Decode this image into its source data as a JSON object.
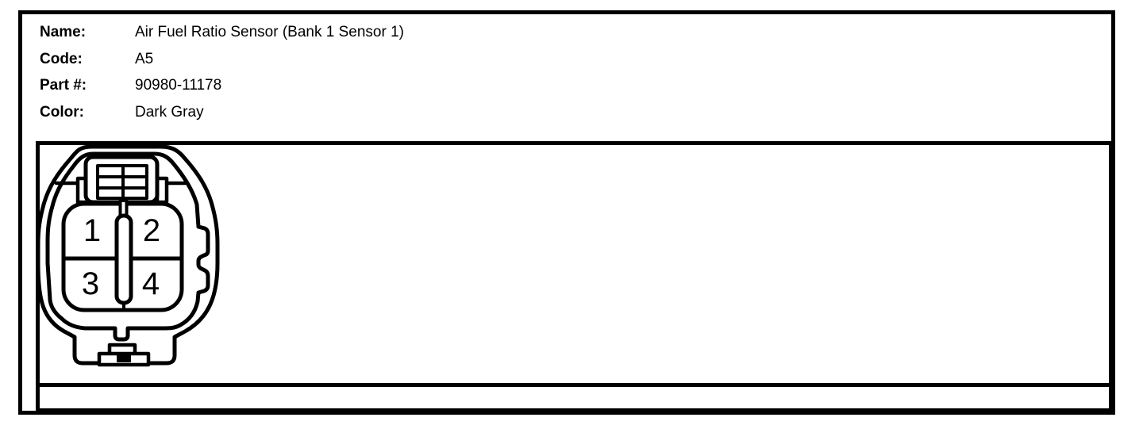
{
  "info": {
    "rows": [
      {
        "label": "Name:",
        "value": "Air Fuel Ratio Sensor (Bank 1 Sensor 1)"
      },
      {
        "label": "Code:",
        "value": "A5"
      },
      {
        "label": "Part #:",
        "value": "90980-11178"
      },
      {
        "label": "Color:",
        "value": "Dark Gray"
      }
    ]
  },
  "connector": {
    "pins": [
      "1",
      "2",
      "3",
      "4"
    ]
  },
  "colors": {
    "line": "#000000",
    "background": "#ffffff"
  }
}
